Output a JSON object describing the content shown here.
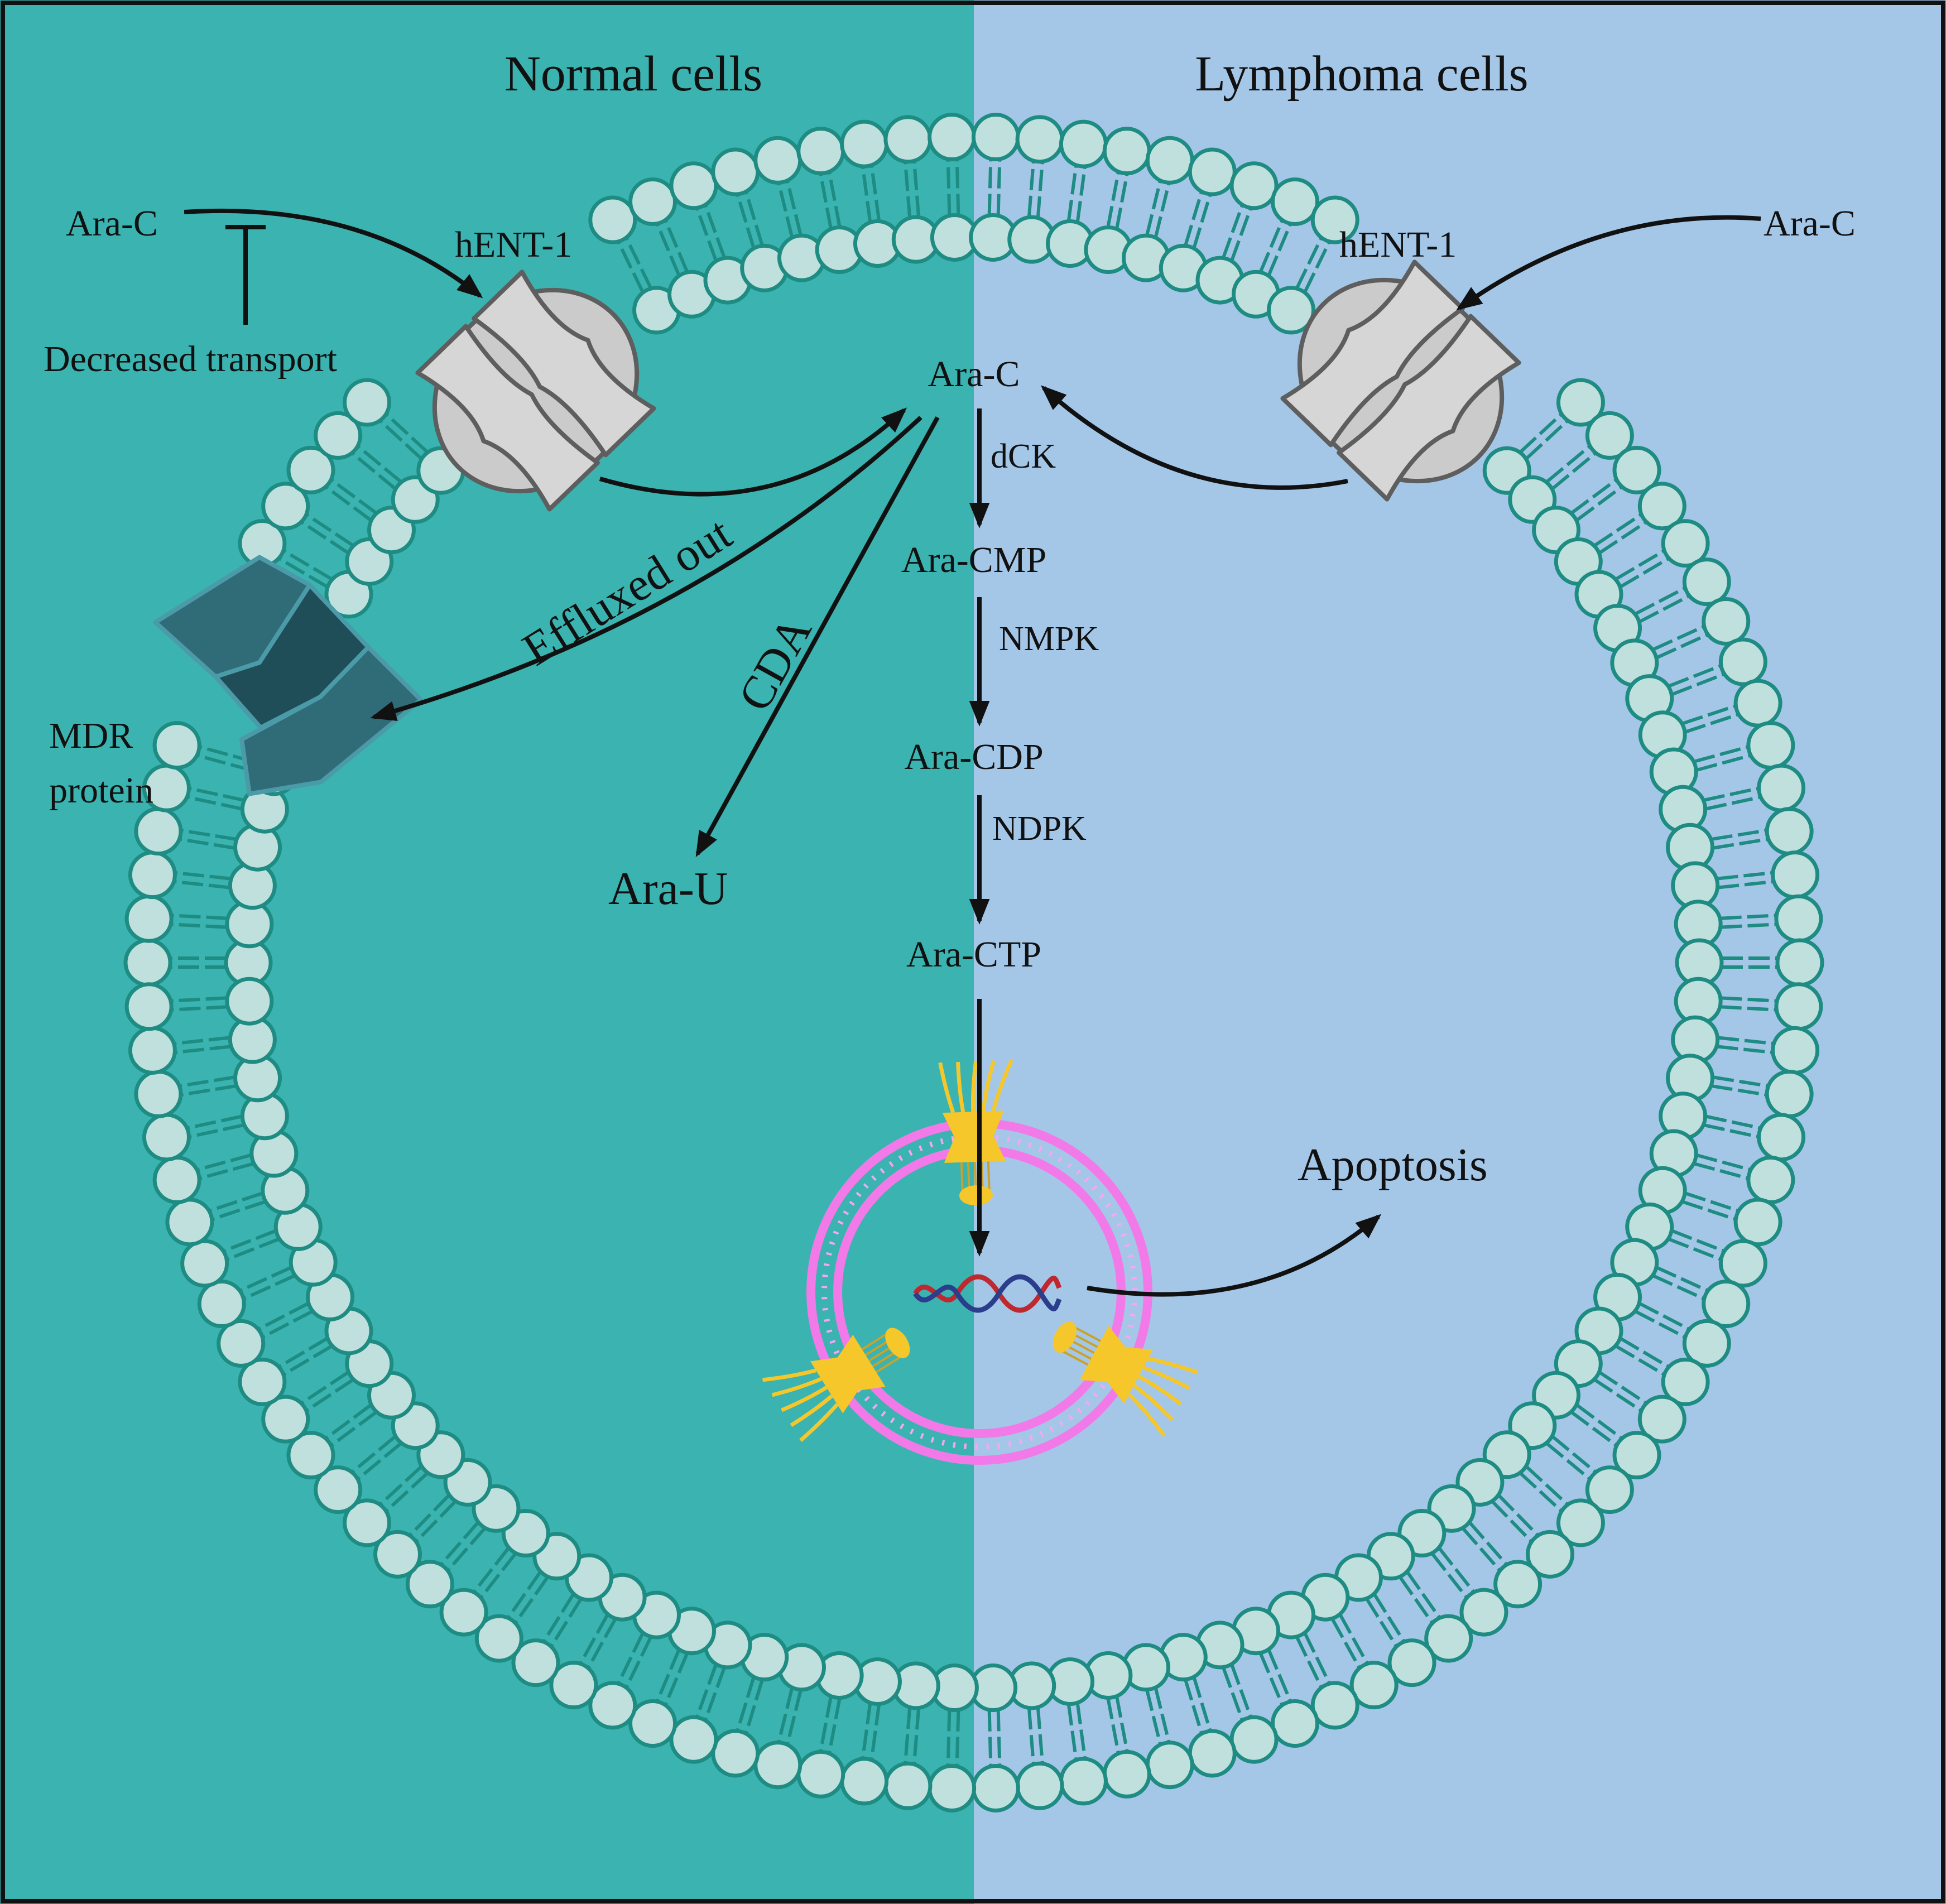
{
  "colors": {
    "normal_bg": "#3AB3B1",
    "lymphoma_bg": "#A4C7E8",
    "membrane_head_fill": "#BFE0DC",
    "membrane_stroke": "#1E8C82",
    "transporter_fill": "#D3D3D3",
    "mdr_fill": "#2F6C78",
    "nucleus_pink": "#F27AE8",
    "nuclear_pore": "#F5C72A"
  },
  "headers": {
    "normal": "Normal cells",
    "lymphoma": "Lymphoma cells"
  },
  "labels": {
    "ara_c_left_outside": "Ara-C",
    "ara_c_right_outside": "Ara-C",
    "hent1_left": "hENT-1",
    "hent1_right": "hENT-1",
    "decreased_transport": "Decreased transport",
    "mdr_line1": "MDR",
    "mdr_line2": "protein",
    "effluxed_out": "Effluxed out",
    "cda": "CDA",
    "ara_u": "Ara-U",
    "apoptosis": "Apoptosis"
  },
  "pathway": {
    "start": "Ara-C",
    "steps": [
      {
        "enzyme": "dCK",
        "product": "Ara-CMP"
      },
      {
        "enzyme": "NMPK",
        "product": "Ara-CDP"
      },
      {
        "enzyme": "NDPK",
        "product": "Ara-CTP"
      }
    ]
  },
  "icons": {
    "transporter": "hent1-transporter-icon",
    "efflux_pump": "mdr-protein-icon",
    "nucleus": "nucleus-icon",
    "dna": "dna-helix-icon"
  }
}
